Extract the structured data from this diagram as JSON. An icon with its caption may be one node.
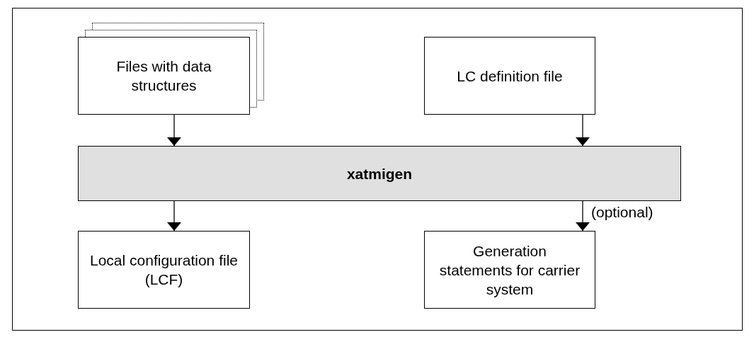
{
  "diagram": {
    "nodes": [
      {
        "text": [
          "Files with data structures"
        ]
      },
      {
        "text": [
          "LC definition file"
        ]
      },
      {
        "text": [
          "xatmigen"
        ]
      },
      {
        "text": [
          "Local configuration file (LCF)"
        ]
      },
      {
        "text": [
          "Generation statements for carrier system"
        ]
      }
    ],
    "edges": [
      {
        "from": 0,
        "to": 2,
        "arrow": "to"
      },
      {
        "from": 1,
        "to": 2,
        "arrow": "to"
      },
      {
        "from": 2,
        "to": 3,
        "arrow": "to"
      },
      {
        "from": 2,
        "to": 4,
        "arrow": "to",
        "label": "(optional)"
      }
    ]
  }
}
